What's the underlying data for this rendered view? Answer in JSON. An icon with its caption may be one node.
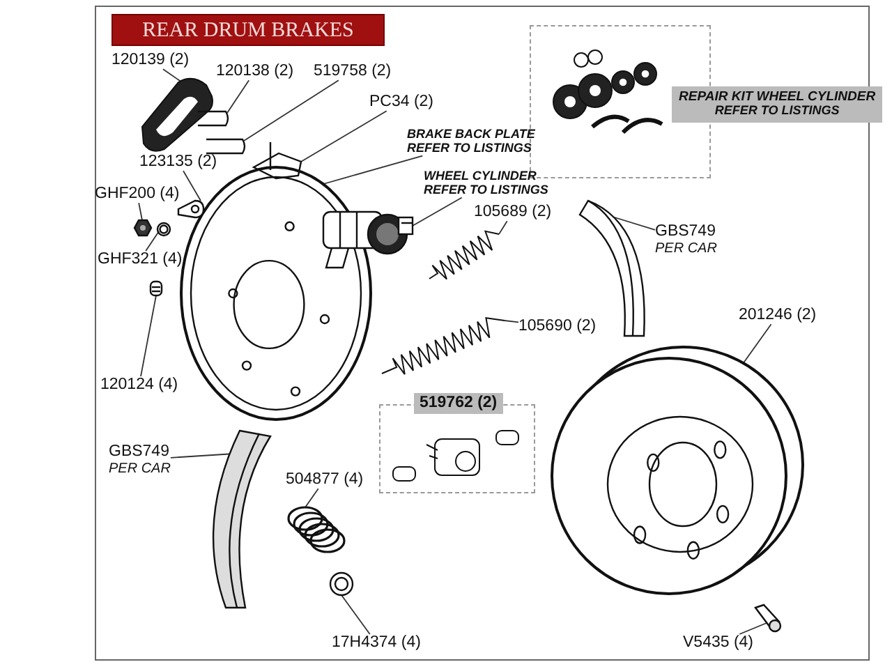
{
  "diagram": {
    "title": "REAR DRUM BRAKES",
    "nodes": [
      {
        "text": [
          "120139 (2)"
        ]
      },
      {
        "text": [
          "120138 (2)"
        ]
      },
      {
        "text": [
          "519758 (2)"
        ]
      },
      {
        "text": [
          "PC34 (2)"
        ]
      },
      {
        "text": [
          "BRAKE BACK PLATE",
          "REFER TO LISTINGS"
        ]
      },
      {
        "text": [
          "WHEEL CYLINDER",
          "REFER TO LISTINGS"
        ]
      },
      {
        "text": [],
        "shape": "box"
      },
      {
        "text": [
          "REPAIR KIT WHEEL CYLINDER",
          "REFER TO LISTINGS"
        ]
      },
      {
        "text": [
          "123135 (2)"
        ]
      },
      {
        "text": [
          "GHF200 (4)"
        ]
      },
      {
        "text": [
          "GHF321 (4)"
        ]
      },
      {
        "text": [
          "105689 (2)"
        ]
      },
      {
        "text": [
          "GBS749",
          "PER CAR"
        ]
      },
      {
        "text": [
          "105690 (2)"
        ]
      },
      {
        "text": [
          "120124 (4)"
        ]
      },
      {
        "text": [
          "201246 (2)"
        ]
      },
      {
        "text": [
          "519762 (2)"
        ]
      },
      {
        "text": [
          "GBS749",
          "PER CAR"
        ]
      },
      {
        "text": [
          "504877 (4)"
        ]
      },
      {
        "text": [
          "17H4374 (4)"
        ]
      },
      {
        "text": [
          "V5435 (4)"
        ]
      },
      {
        "text": [],
        "shape": "picture"
      },
      {
        "text": [],
        "shape": "picture"
      },
      {
        "text": [],
        "shape": "picture"
      },
      {
        "text": [],
        "shape": "picture"
      },
      {
        "text": [],
        "shape": "picture"
      },
      {
        "text": [],
        "shape": "picture"
      },
      {
        "text": [],
        "shape": "picture"
      },
      {
        "text": [],
        "shape": "picture"
      },
      {
        "text": [],
        "shape": "picture"
      },
      {
        "text": [],
        "shape": "picture"
      },
      {
        "text": [],
        "shape": "picture"
      },
      {
        "text": [],
        "shape": "picture"
      },
      {
        "text": [],
        "shape": "picture"
      },
      {
        "text": [],
        "shape": "picture"
      },
      {
        "text": [],
        "shape": "picture"
      },
      {
        "text": [],
        "shape": "picture"
      },
      {
        "text": [],
        "shape": "picture"
      },
      {
        "text": [],
        "shape": "picture"
      }
    ],
    "edges": [
      {
        "from": 0,
        "to": 21,
        "arrow": "none"
      },
      {
        "from": 1,
        "to": 22,
        "arrow": "none"
      },
      {
        "from": 2,
        "to": 23,
        "arrow": "none"
      },
      {
        "from": 3,
        "to": 24,
        "arrow": "none"
      },
      {
        "from": 4,
        "to": 25,
        "arrow": "none"
      },
      {
        "from": 5,
        "to": 26,
        "arrow": "none"
      },
      {
        "from": 8,
        "to": 27,
        "arrow": "none"
      },
      {
        "from": 9,
        "to": 28,
        "arrow": "none"
      },
      {
        "from": 10,
        "to": 29,
        "arrow": "none"
      },
      {
        "from": 11,
        "to": 30,
        "arrow": "none"
      },
      {
        "from": 12,
        "to": 31,
        "arrow": "none"
      },
      {
        "from": 13,
        "to": 32,
        "arrow": "none"
      },
      {
        "from": 14,
        "to": 33,
        "arrow": "none"
      },
      {
        "from": 15,
        "to": 34,
        "arrow": "none"
      },
      {
        "from": 17,
        "to": 35,
        "arrow": "none"
      },
      {
        "from": 18,
        "to": 36,
        "arrow": "none"
      },
      {
        "from": 19,
        "to": 37,
        "arrow": "none"
      },
      {
        "from": 20,
        "to": 38,
        "arrow": "none"
      }
    ]
  }
}
